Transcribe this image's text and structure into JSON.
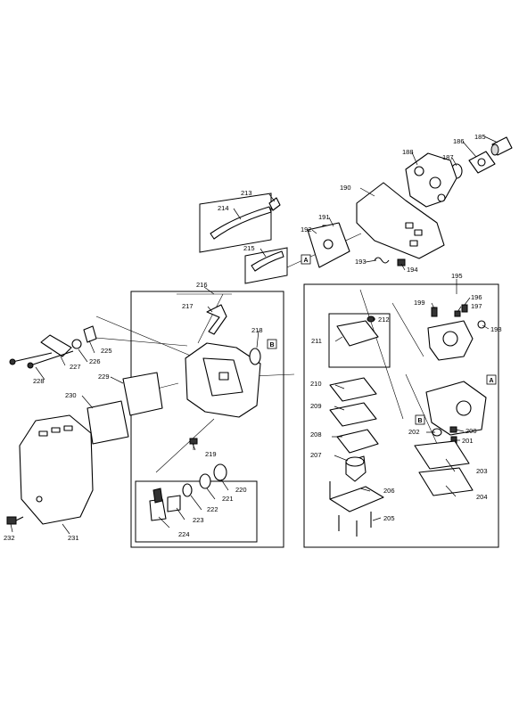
{
  "callouts": {
    "c185": "185",
    "c186": "186",
    "c187": "187",
    "c188": "188",
    "c190": "190",
    "c191": "191",
    "c192": "192",
    "c193": "193",
    "c194": "194",
    "c195": "195",
    "c196": "196",
    "c197": "197",
    "c198": "198",
    "c199": "199",
    "c200": "200",
    "c201": "201",
    "c202": "202",
    "c203": "203",
    "c204": "204",
    "c205": "205",
    "c206": "206",
    "c207": "207",
    "c208": "208",
    "c209": "209",
    "c210": "210",
    "c211": "211",
    "c212": "212",
    "c213": "213",
    "c214": "214",
    "c215": "215",
    "c216": "216",
    "c217": "217",
    "c218": "218",
    "c219": "219",
    "c220": "220",
    "c221": "221",
    "c222": "222",
    "c223": "223",
    "c224": "224",
    "c225": "225",
    "c226": "226",
    "c227": "227",
    "c228": "228",
    "c229": "229",
    "c230": "230",
    "c231": "231",
    "c232": "232"
  },
  "reference_marks": {
    "a": "A",
    "b": "B"
  }
}
